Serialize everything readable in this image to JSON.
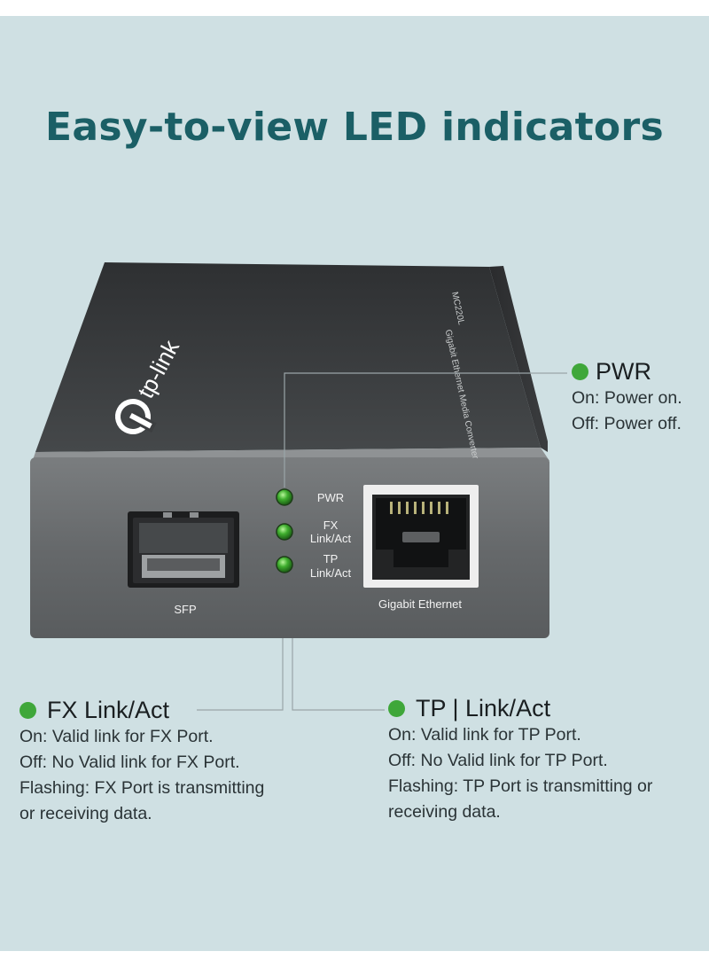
{
  "headline": "Easy-to-view LED indicators",
  "device": {
    "brand": "tp-link",
    "model": "MC220L",
    "side_label": "Gigabit Ethernet Media Converter",
    "port_labels": {
      "sfp": "SFP",
      "ethernet": "Gigabit Ethernet",
      "pwr": "PWR",
      "fx_1": "FX",
      "fx_2": "Link/Act",
      "tp_1": "TP",
      "tp_2": "Link/Act"
    }
  },
  "callouts": {
    "pwr": {
      "title": "PWR",
      "lines": [
        "On: Power on.",
        "Off: Power off."
      ]
    },
    "fx": {
      "title": "FX Link/Act",
      "lines": [
        "On: Valid link for FX Port.",
        "Off: No Valid link for FX Port.",
        "Flashing: FX Port is transmitting",
        "or receiving data."
      ]
    },
    "tp": {
      "title": "TP | Link/Act",
      "lines": [
        "On: Valid link for TP Port.",
        "Off: No Valid link for TP Port.",
        "Flashing: TP Port is transmitting or",
        "receiving data."
      ]
    }
  },
  "colors": {
    "background": "#cfe0e3",
    "headline": "#1b5f66",
    "led_green": "#3fa73a",
    "device_top": "#3a3c3e",
    "device_front": "#6b6e70"
  }
}
